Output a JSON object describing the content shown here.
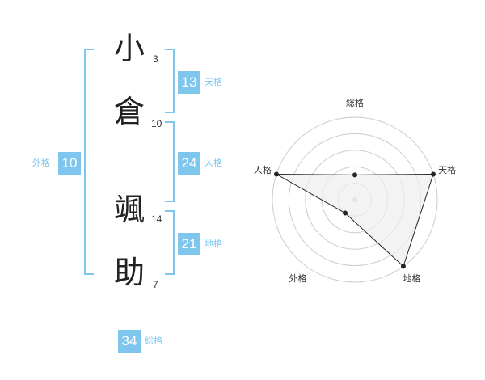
{
  "name": {
    "chars": [
      {
        "char": "小",
        "strokes": "3"
      },
      {
        "char": "倉",
        "strokes": "10"
      },
      {
        "char": "颯",
        "strokes": "14"
      },
      {
        "char": "助",
        "strokes": "7"
      }
    ]
  },
  "fortune": {
    "tenkaku": {
      "value": "13",
      "label": "天格"
    },
    "jinkaku": {
      "value": "24",
      "label": "人格"
    },
    "chikaku": {
      "value": "21",
      "label": "地格"
    },
    "gaikaku": {
      "value": "10",
      "label": "外格"
    },
    "soukaku": {
      "value": "34",
      "label": "総格"
    }
  },
  "radar": {
    "axes": [
      "総格",
      "天格",
      "地格",
      "外格",
      "人格"
    ],
    "values": [
      0.3,
      1.0,
      1.0,
      0.2,
      1.0
    ],
    "max": 1.0,
    "colors": {
      "fill": "#eeeeee",
      "stroke": "#222222",
      "grid": "#cccccc",
      "center": "#cccccc"
    }
  }
}
